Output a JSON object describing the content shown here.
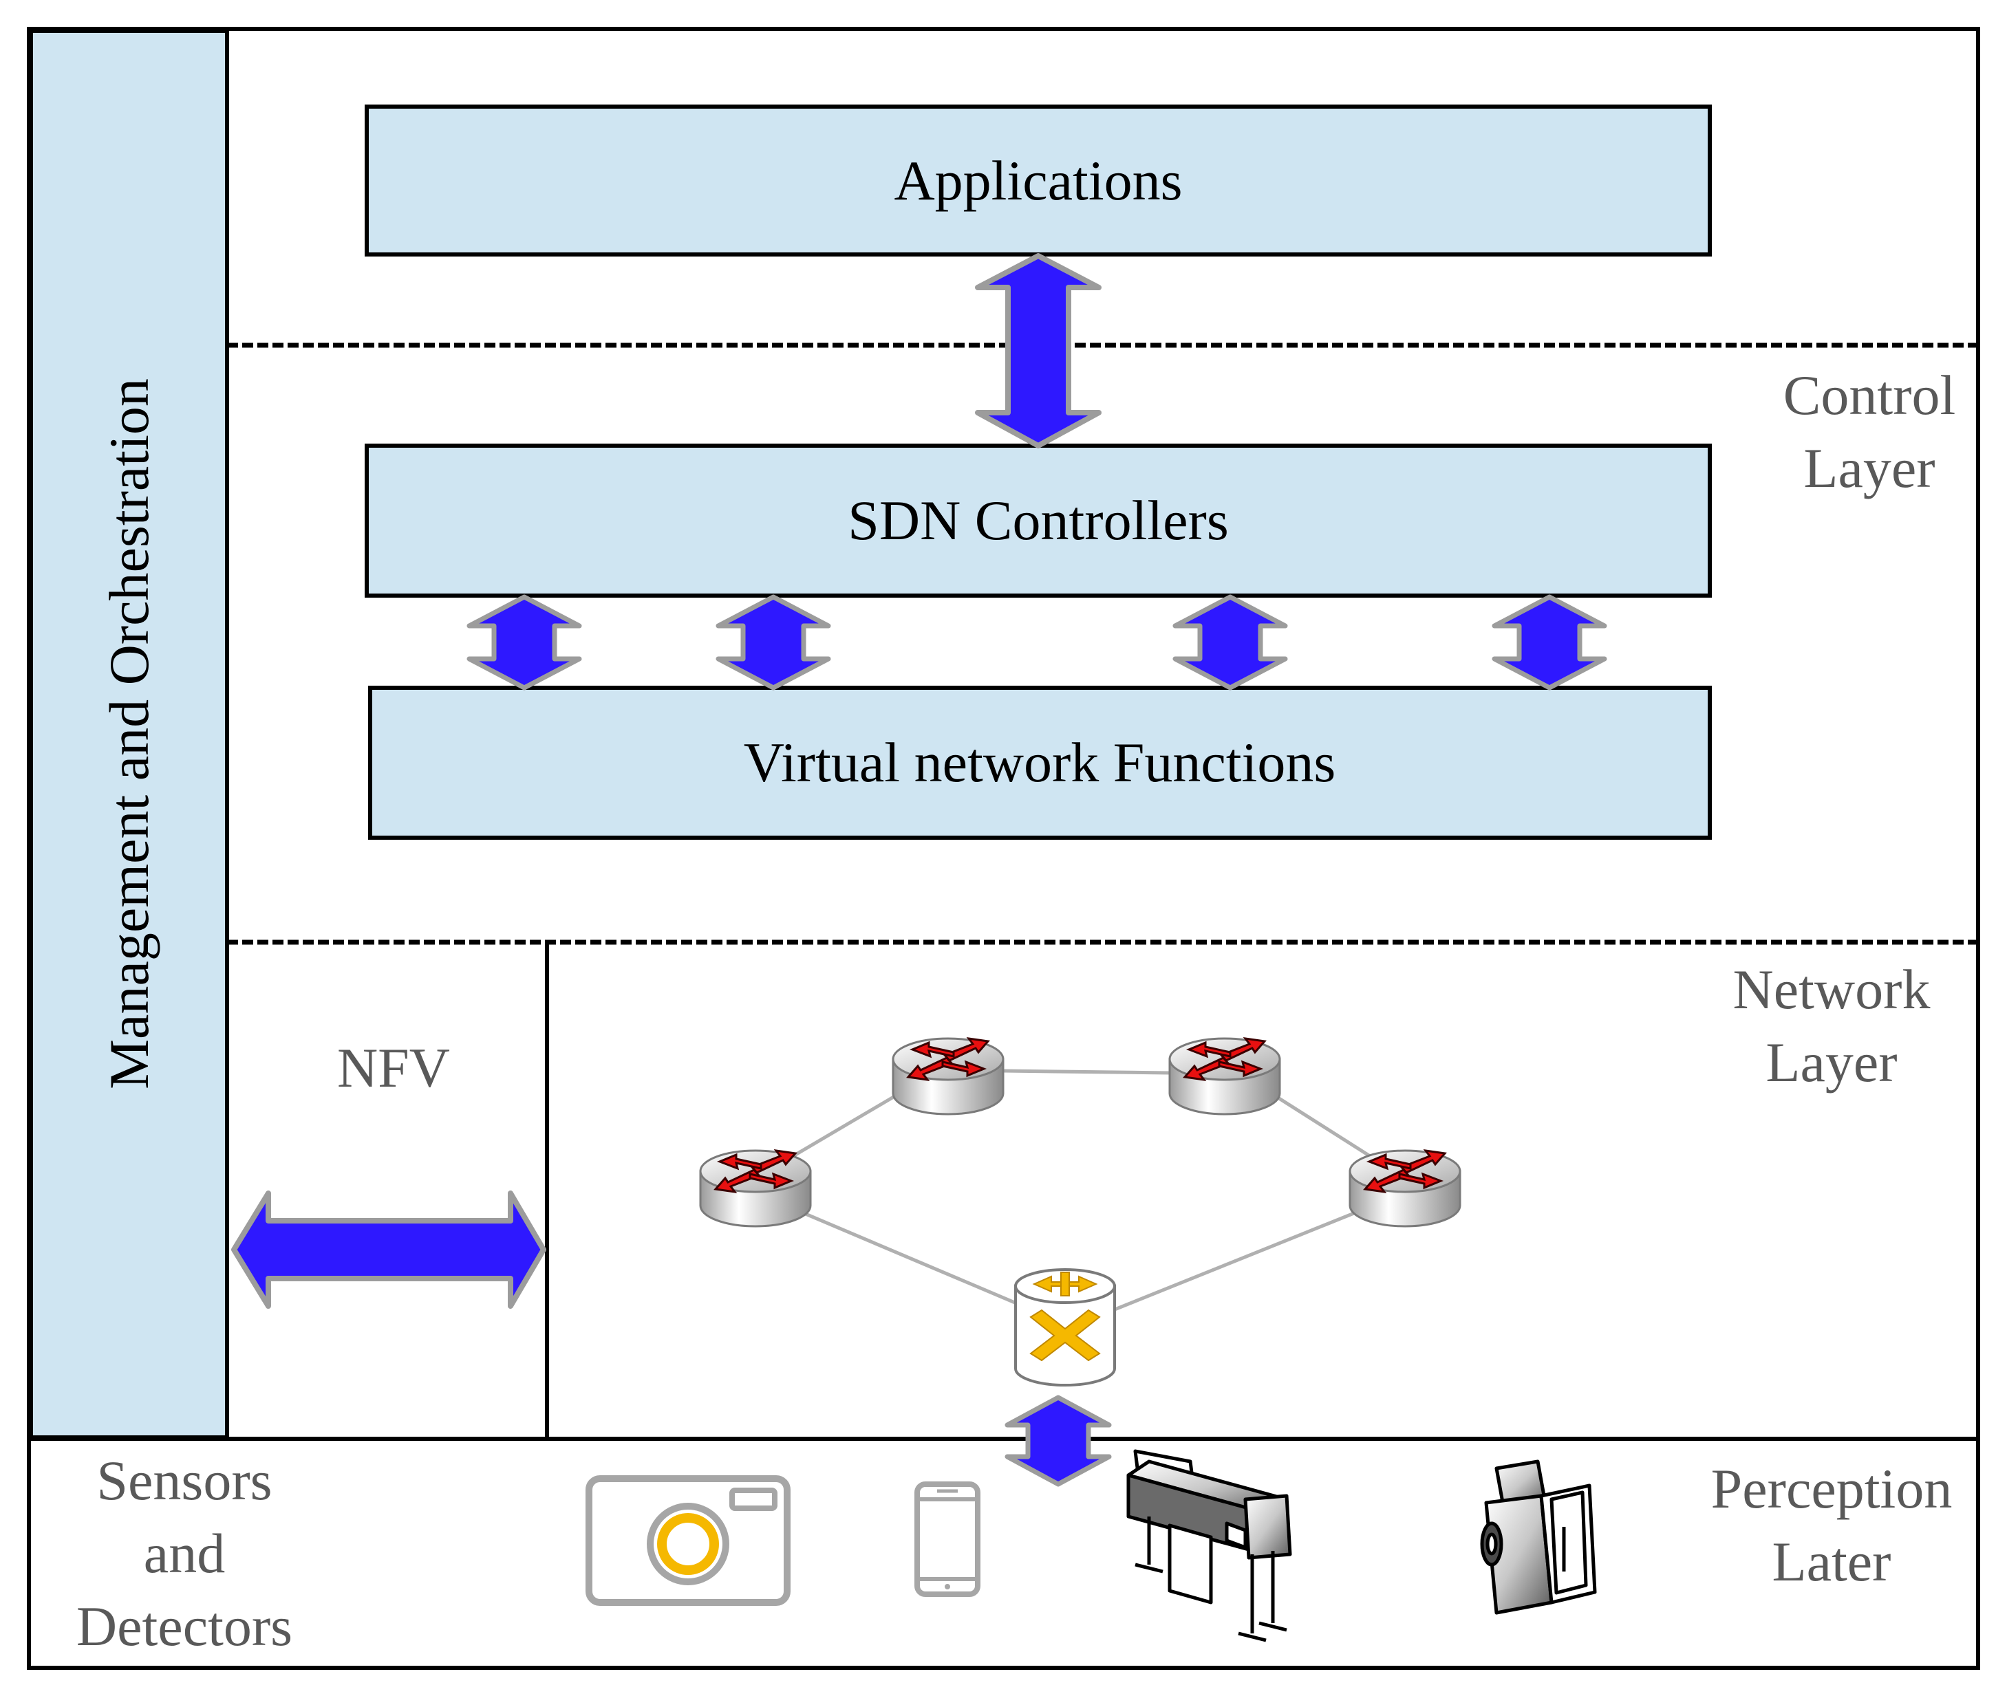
{
  "side_panel": {
    "label": "Management and Orchestration"
  },
  "boxes": {
    "applications": "Applications",
    "sdn_controllers": "SDN Controllers",
    "vnf": "Virtual network Functions"
  },
  "layers": {
    "control": [
      "Control",
      "Layer"
    ],
    "network": [
      "Network",
      "Layer"
    ],
    "perception": [
      "Perception",
      "Later"
    ]
  },
  "nfv": {
    "label": "NFV"
  },
  "sensors": {
    "label": [
      "Sensors",
      "and",
      "Detectors"
    ]
  },
  "colors": {
    "box_fill": "#cfe5f2",
    "arrow_fill": "#2e18ff",
    "arrow_stroke": "#9c9c9c",
    "router_arrow": "#e81010",
    "switch_arrow": "#f5b800",
    "camera_lens": "#f5b800",
    "muted_text": "#595959"
  },
  "icons": {
    "routers": [
      "router-icon",
      "router-icon",
      "router-icon",
      "router-icon"
    ],
    "switch": "switch-icon",
    "devices": [
      "camera-icon",
      "smartphone-icon",
      "plotter-printer-icon",
      "camcorder-icon"
    ]
  }
}
